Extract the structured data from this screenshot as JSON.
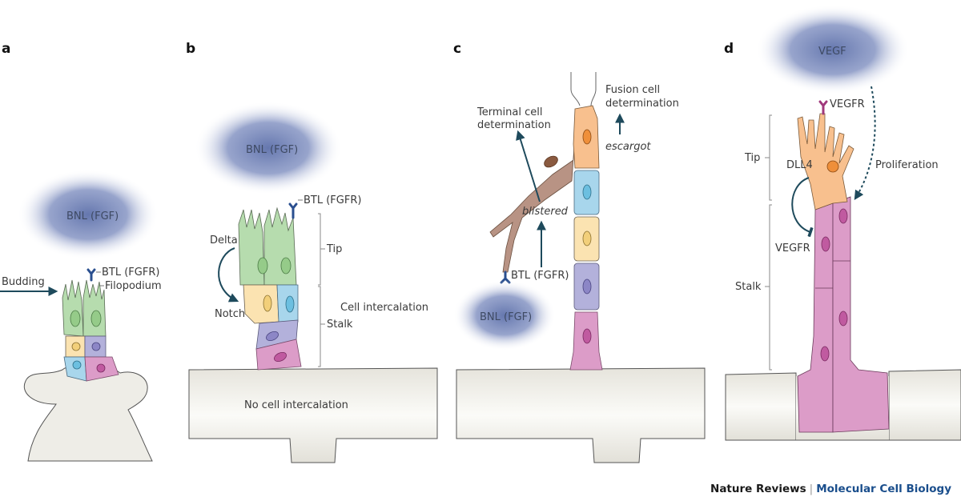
{
  "figure": {
    "panels": {
      "a": {
        "letter": "a",
        "ligand": "BNL (FGF)",
        "receptor": "BTL (FGFR)",
        "filopodium": "Filopodium",
        "budding": "Budding"
      },
      "b": {
        "letter": "b",
        "ligand": "BNL (FGF)",
        "receptor": "BTL (FGFR)",
        "delta": "Delta",
        "notch": "Notch",
        "tip": "Tip",
        "stalk": "Stalk",
        "cell_intercalation": "Cell intercalation",
        "no_cell_intercalation": "No cell intercalation"
      },
      "c": {
        "letter": "c",
        "terminal_cell_line1": "Terminal cell",
        "terminal_cell_line2": "determination",
        "fusion_cell_line1": "Fusion cell",
        "fusion_cell_line2": "determination",
        "escargot": "escargot",
        "blistered": "blistered",
        "receptor": "BTL (FGFR)",
        "ligand": "BNL (FGF)"
      },
      "d": {
        "letter": "d",
        "ligand": "VEGF",
        "receptor_top": "VEGFR",
        "tip": "Tip",
        "dll4": "DLL4",
        "receptor_stalk": "VEGFR",
        "proliferation": "Proliferation",
        "stalk": "Stalk"
      }
    },
    "colors": {
      "cloud": "#5d70aa",
      "tip_green": "#b6dcae",
      "yellow": "#fbe3b1",
      "blue": "#a8d6ec",
      "purple": "#b3b1db",
      "magenta": "#dc9cc8",
      "orange": "#f8c08e",
      "brown": "#b89384",
      "trachea": "#ecebe4",
      "arrow": "#1e4a5c",
      "receptor_blue": "#2a4f8f",
      "receptor_magenta": "#a0397c"
    }
  },
  "footer": {
    "journal": "Nature Reviews",
    "separator": "|",
    "subjournal": "Molecular Cell Biology"
  }
}
